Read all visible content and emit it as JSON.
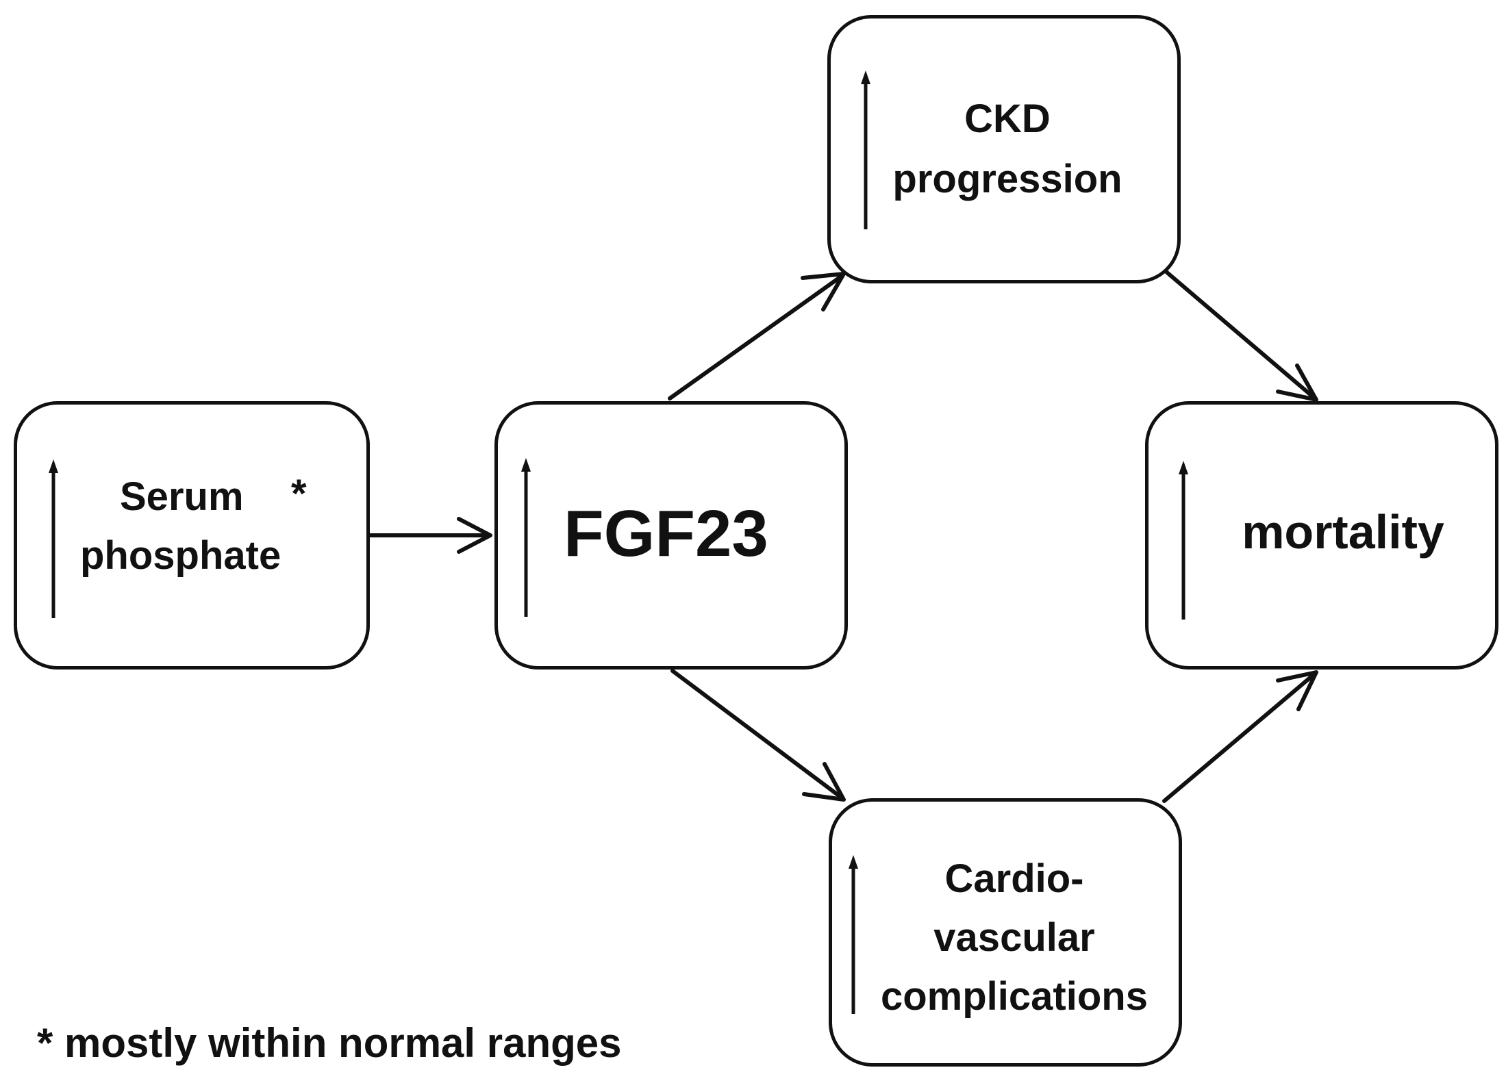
{
  "diagram": {
    "nodes": {
      "serum_phosphate": {
        "line1": "Serum",
        "line2": "phosphate",
        "marker": "*",
        "indicator": "up-arrow-icon"
      },
      "fgf23": {
        "label": "FGF23",
        "indicator": "up-arrow-icon"
      },
      "ckd_progression": {
        "line1": "CKD",
        "line2": "progression",
        "indicator": "up-arrow-icon"
      },
      "mortality": {
        "label": "mortality",
        "indicator": "up-arrow-icon"
      },
      "cardiovascular": {
        "line1": "Cardio-",
        "line2": "vascular",
        "line3": "complications",
        "indicator": "up-arrow-icon"
      }
    },
    "edges": [
      {
        "from": "serum_phosphate",
        "to": "fgf23"
      },
      {
        "from": "fgf23",
        "to": "ckd_progression"
      },
      {
        "from": "fgf23",
        "to": "cardiovascular"
      },
      {
        "from": "ckd_progression",
        "to": "mortality"
      },
      {
        "from": "cardiovascular",
        "to": "mortality"
      }
    ],
    "footnote": "* mostly within normal ranges",
    "colors": {
      "stroke": "#111111",
      "background": "#ffffff"
    }
  }
}
